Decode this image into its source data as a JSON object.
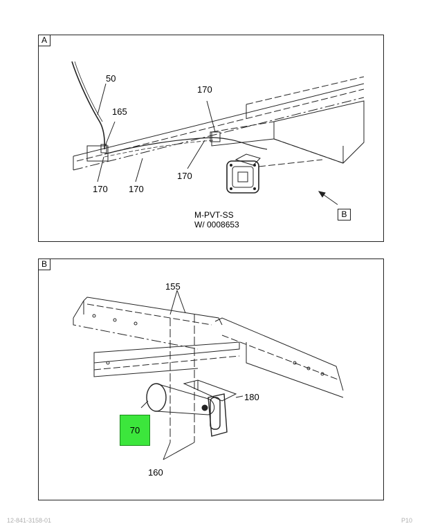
{
  "panelA": {
    "tag": "A",
    "callouts": {
      "c50": "50",
      "c165": "165",
      "c170_top": "170",
      "c170_left": "170",
      "c170_mid": "170",
      "c170_center": "170"
    },
    "caption_line1": "M-PVT-SS",
    "caption_line2": "W/ 0008653",
    "view_ref": "B"
  },
  "panelB": {
    "tag": "B",
    "callouts": {
      "c155": "155",
      "c180": "180",
      "c160": "160",
      "c70": "70"
    },
    "highlight_color": "#3ce63c"
  },
  "footer": {
    "left": "12-841-3158-01",
    "right": "P10"
  }
}
